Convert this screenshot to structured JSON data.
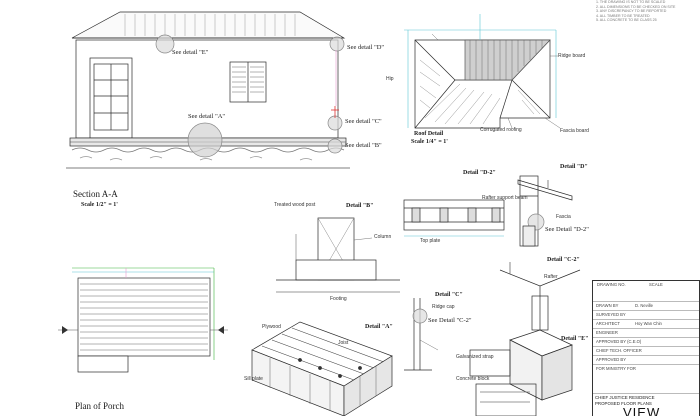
{
  "sheet": {
    "section": {
      "title": "Section A-A",
      "scale": "Scale 1/2\" = 1'"
    },
    "porch": {
      "title": "Plan of Porch"
    },
    "roof": {
      "title": "Roof Detail",
      "scale": "Scale 1/4\" = 1'"
    },
    "callouts": {
      "see_e": "See detail \"E\"",
      "see_d": "See detail \"D\"",
      "see_a": "See detail \"A\"",
      "see_c": "See detail \"C\"",
      "see_b": "See detail \"B\""
    },
    "details": {
      "d2": "Detail \"D-2\"",
      "d": "Detail \"D\"",
      "see_d2": "See Detail \"D-2\"",
      "b": "Detail \"B\"",
      "c2": "Detail \"C-2\"",
      "c": "Detail \"C\"",
      "see_c2": "See Detail \"C-2\"",
      "a": "Detail \"A\"",
      "e": "Detail \"E\""
    },
    "small_labels": {
      "roof_left": "Hip",
      "roof_right": "Ridge board",
      "roof_bottom": "Corrugated roofing",
      "roof_eave": "Fascia board",
      "b1": "Treated wood post",
      "b2": "Column",
      "b3": "Footing",
      "c1": "Rafter",
      "c2": "Ridge cap",
      "e1": "Galvanized strap",
      "e2": "Concrete block",
      "a1": "Plywood",
      "a2": "Joist",
      "a3": "Sill plate",
      "d1": "Rafter support beam",
      "d2": "Fascia",
      "d3": "Top plate"
    },
    "notes": [
      "1. THE DRAWING IS NOT TO BE SCALED",
      "2. ALL DIMENSIONS TO BE CHECKED ON SITE",
      "3. ANY DISCREPANCY TO BE REPORTED",
      "4. ALL TIMBER TO BE TREATED",
      "5. ALL CONCRETE TO BE CLASS 25"
    ],
    "title_block": {
      "drawing_no_label": "DRAWING NO.",
      "scale_label": "SCALE",
      "rows": [
        {
          "label": "DRAWN BY",
          "value": "D. Neville"
        },
        {
          "label": "SURVEYED BY",
          "value": ""
        },
        {
          "label": "ARCHITECT",
          "value": "Hoy Wan Chin"
        },
        {
          "label": "ENGINEER",
          "value": ""
        },
        {
          "label": "APPROVED BY (C.E.O)",
          "value": ""
        },
        {
          "label": "CHIEF TECH. OFFICER",
          "value": ""
        },
        {
          "label": "APPROVED BY",
          "value": ""
        },
        {
          "label": "FOR MINISTRY FOR",
          "value": ""
        }
      ],
      "project_line1": "CHIEF JUSTICE RESIDENCE",
      "project_line2": "PROPOSED FLOOR PLANS",
      "main": "VIEW"
    }
  }
}
